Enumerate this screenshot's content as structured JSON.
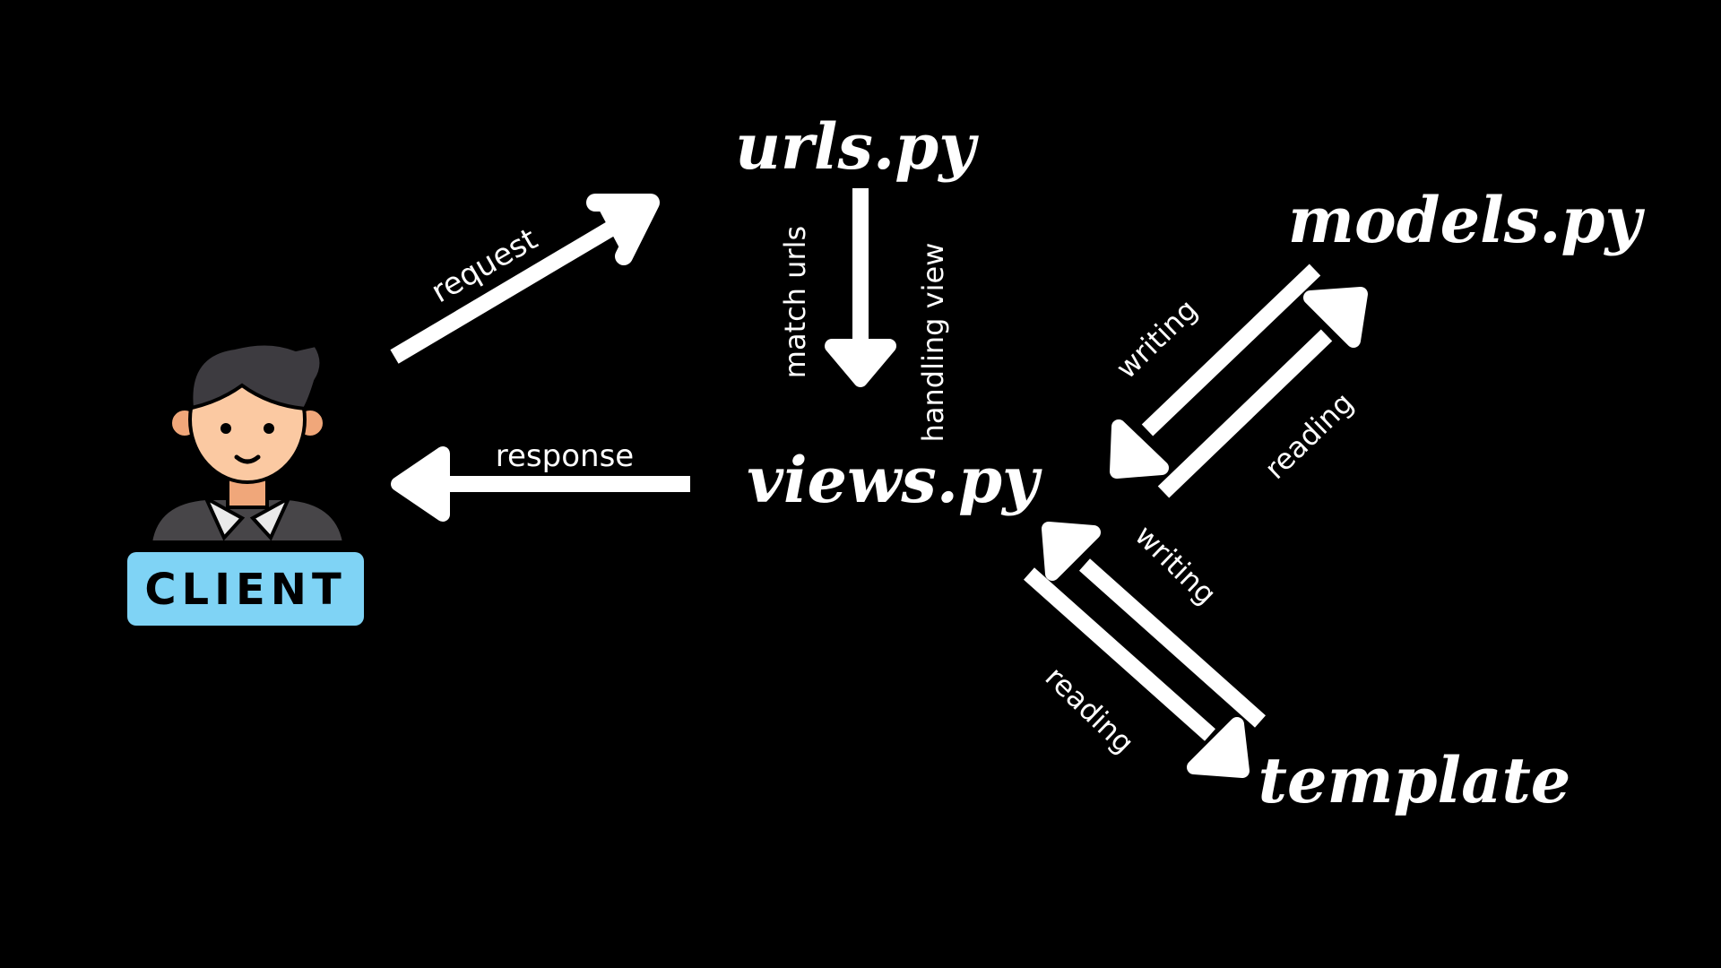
{
  "nodes": {
    "urls": "urls.py",
    "views": "views.py",
    "models": "models.py",
    "template": "template",
    "client": "CLIENT"
  },
  "edges": {
    "request": "request",
    "response": "response",
    "match_urls": "match urls",
    "handling_view": "handling view",
    "models_writing": "writing",
    "models_reading": "reading",
    "template_writing": "writing",
    "template_reading": "reading"
  },
  "colors": {
    "background": "#000000",
    "foreground": "#ffffff",
    "client_badge": "#7fd3f5",
    "hair": "#3d3b40",
    "skin": "#fbc9a2",
    "shirt": "#474548"
  },
  "icons": {
    "client": "person-avatar-icon"
  }
}
